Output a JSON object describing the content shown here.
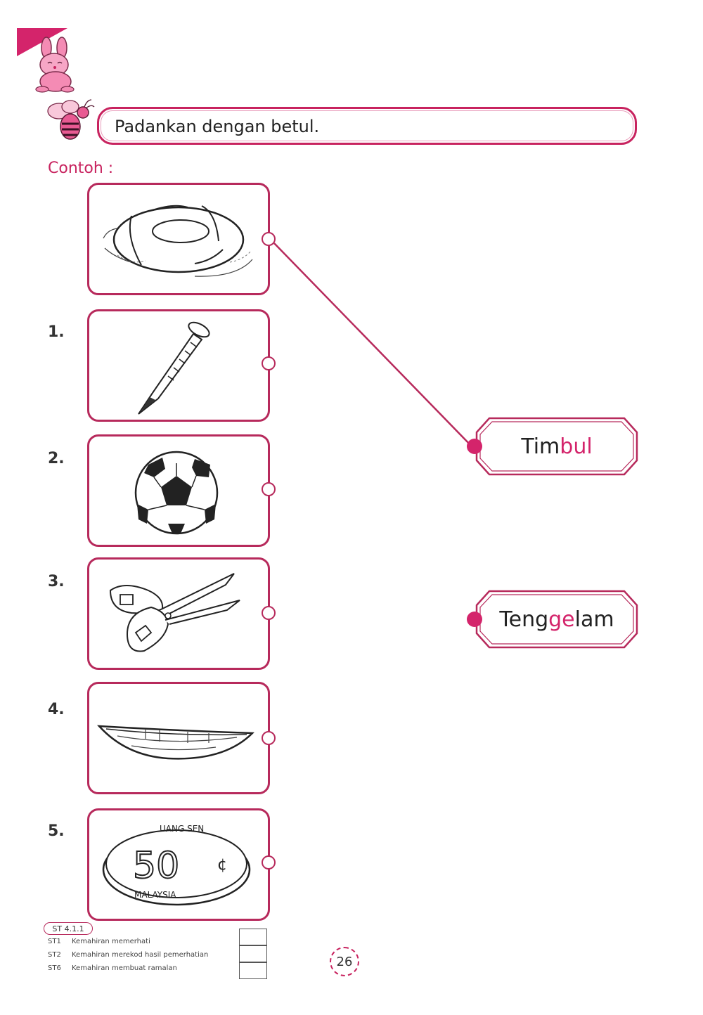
{
  "instruction": "Padankan dengan betul.",
  "example_label": "Contoh :",
  "items": [
    {
      "number": "1.",
      "image": "nail-icon"
    },
    {
      "number": "2.",
      "image": "football-icon"
    },
    {
      "number": "3.",
      "image": "scissors-icon"
    },
    {
      "number": "4.",
      "image": "boat-icon"
    },
    {
      "number": "5.",
      "image": "coin-icon"
    }
  ],
  "example_image": "swim-ring-icon",
  "coin": {
    "value": "50",
    "cent": "¢",
    "top_text": "UANG SEN",
    "bottom_text": "MALAYSIA"
  },
  "answers": [
    {
      "pre": "Tim",
      "highlight": "bul",
      "post": ""
    },
    {
      "pre": "Teng",
      "highlight": "ge",
      "post": "lam"
    }
  ],
  "footer": {
    "code": "ST 4.1.1",
    "skills": [
      {
        "code": "ST1",
        "label": "Kemahiran memerhati"
      },
      {
        "code": "ST2",
        "label": "Kemahiran merekod hasil pemerhatian"
      },
      {
        "code": "ST6",
        "label": "Kemahiran membuat ramalan"
      }
    ],
    "page_number": "26"
  },
  "colors": {
    "accent": "#d4246b",
    "border": "#b72a5c"
  }
}
